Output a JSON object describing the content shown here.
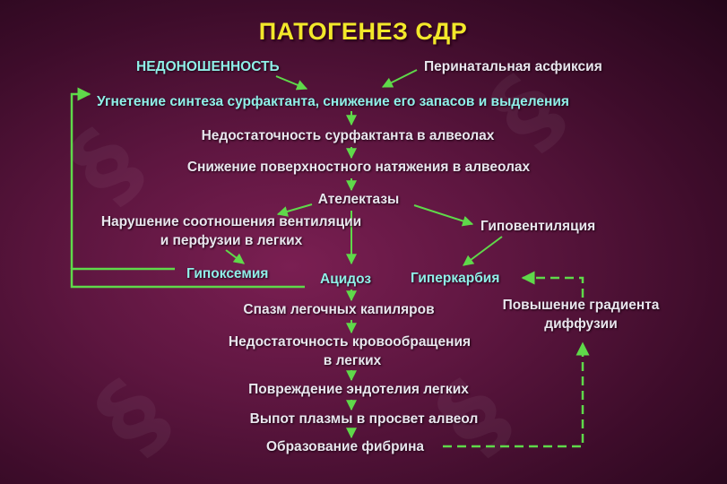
{
  "title": "ПАТОГЕНЕЗ СДР",
  "nodes": {
    "prematurity": "НЕДОНОШЕННОСТЬ",
    "asphyxia": "Перинатальная асфиксия",
    "inhibition": "Угнетение синтеза сурфактанта, снижение его запасов и выделения",
    "insufficiency": "Недостаточность сурфактанта в алвеолах",
    "tension": "Снижение поверхностного натяжения в алвеолах",
    "atelectasis": "Ателектазы",
    "vq_line1": "Нарушение соотношения вентиляции",
    "vq_line2": "и перфузии в легких",
    "hypoventilation": "Гиповентиляция",
    "hypoxemia": "Гипоксемия",
    "acidosis": "Ацидоз",
    "hypercarbia": "Гиперкарбия",
    "gradient_line1": "Повышение градиента",
    "gradient_line2": "диффузии",
    "spasm": "Спазм легочных капиляров",
    "circ_line1": "Недостаточность кровообращения",
    "circ_line2": "в легких",
    "endothelium": "Повреждение эндотелия легких",
    "effusion": "Выпот плазмы в просвет алвеол",
    "fibrin": "Образование фибрина"
  },
  "colors": {
    "title": "#f2e82a",
    "highlight": "#8ff0e8",
    "text": "#e9e6ee",
    "arrow": "#5fd94a",
    "background": "#5e1640"
  }
}
